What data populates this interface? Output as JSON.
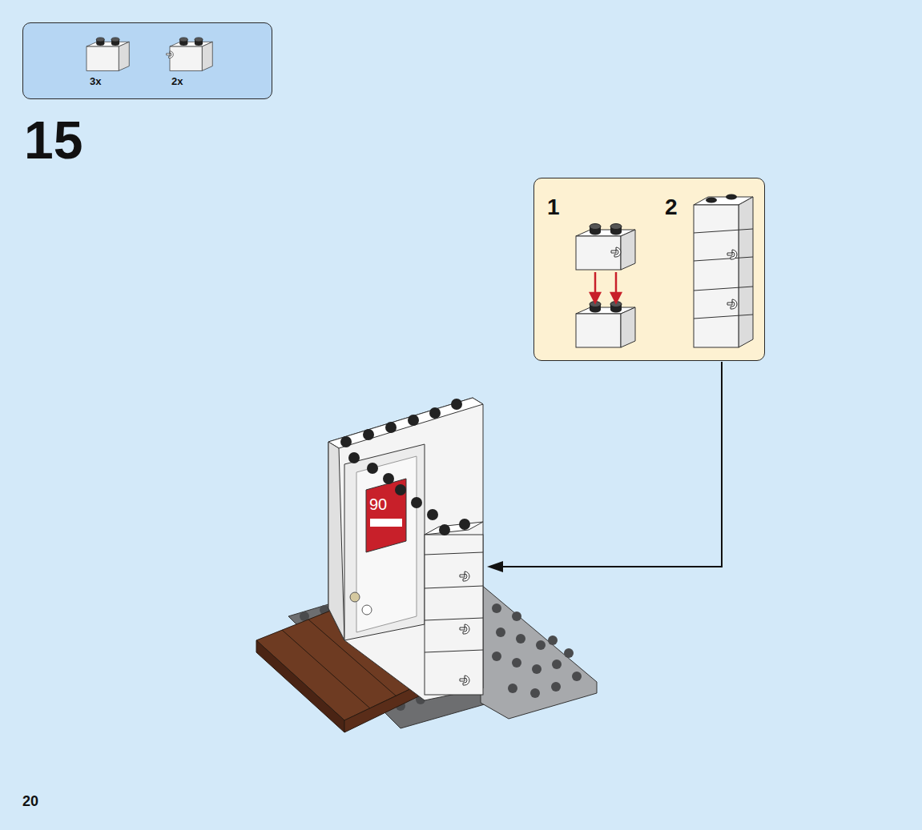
{
  "diagram": {
    "nodes": [
      {
        "text": [
          "3x",
          "2x"
        ]
      },
      {
        "text": [
          "1",
          "2"
        ]
      }
    ],
    "labels": [
      "15",
      "90",
      "20"
    ]
  }
}
